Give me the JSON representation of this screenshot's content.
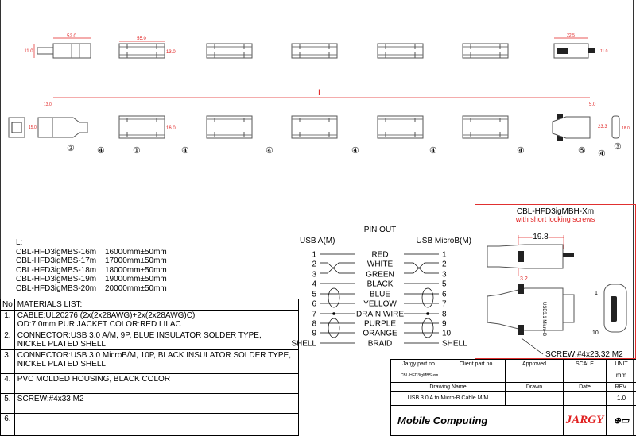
{
  "dimensions": {
    "top_usb_a_length": "52.0",
    "top_usb_a_height": "11.0",
    "ferrite_length": "55.0",
    "ferrite_height": "13.0",
    "top_microb_length": "22.5",
    "top_microb_height": "11.0",
    "overall_length": "L",
    "usb_a_offset": "13.0",
    "usb_a_width": "15.0",
    "ferrite_dia": "16.0",
    "microb_offset": "5.0",
    "microb_height": "23.3",
    "microb_front": "18.0"
  },
  "callouts": {
    "c1": "②",
    "c2": "④",
    "c3": "①",
    "c4": "④",
    "c5": "④",
    "c6": "④",
    "c7": "④",
    "c8": "④",
    "c9": "⑤",
    "c10": "④",
    "c11": "③"
  },
  "lengths": {
    "label": "L:",
    "items": [
      {
        "part": "CBL-HFD3igMBS-16m",
        "length": "16000mm±50mm"
      },
      {
        "part": "CBL-HFD3igMBS-17m",
        "length": "17000mm±50mm"
      },
      {
        "part": "CBL-HFD3igMBS-18m",
        "length": "18000mm±50mm"
      },
      {
        "part": "CBL-HFD3igMBS-19m",
        "length": "19000mm±50mm"
      },
      {
        "part": "CBL-HFD3igMBS-20m",
        "length": "20000mm±50mm"
      }
    ]
  },
  "materials": {
    "no_header": "No",
    "header": "MATERIALS LIST:",
    "rows": [
      {
        "no": "1.",
        "l1": "CABLE:UL20276 (2x(2x28AWG)+2x(2x28AWG)C)",
        "l2": "OD:7.0mm  PUR JACKET COLOR:RED LILAC"
      },
      {
        "no": "2.",
        "l1": "CONNECTOR:USB 3.0 A/M, 9P, BLUE INSULATOR SOLDER TYPE,",
        "l2": "NICKEL PLATED SHELL"
      },
      {
        "no": "3.",
        "l1": "CONNECTOR:USB 3.0 MicroB/M, 10P, BLACK INSULATOR SOLDER TYPE,",
        "l2": "NICKEL PLATED SHELL"
      },
      {
        "no": "4.",
        "l1": "PVC MOLDED HOUSING, BLACK COLOR",
        "l2": ""
      },
      {
        "no": "5.",
        "l1": "SCREW:#4x33 M2",
        "l2": ""
      },
      {
        "no": "6.",
        "l1": "",
        "l2": ""
      }
    ]
  },
  "pinout": {
    "title": "PIN OUT",
    "left_header": "USB A(M)",
    "right_header": "USB MicroB(M)",
    "rows": [
      {
        "l": "1",
        "c": "RED",
        "r": "1"
      },
      {
        "l": "2",
        "c": "WHITE",
        "r": "2"
      },
      {
        "l": "3",
        "c": "GREEN",
        "r": "3"
      },
      {
        "l": "4",
        "c": "BLACK",
        "r": "5"
      },
      {
        "l": "5",
        "c": "BLUE",
        "r": "6"
      },
      {
        "l": "6",
        "c": "YELLOW",
        "r": "7"
      },
      {
        "l": "7",
        "c": "DRAIN WIRE",
        "r": "8"
      },
      {
        "l": "8",
        "c": "PURPLE",
        "r": "9"
      },
      {
        "l": "9",
        "c": "ORANGE",
        "r": "10"
      },
      {
        "l": "SHELL",
        "c": "BRAID",
        "r": "SHELL"
      }
    ]
  },
  "variant": {
    "title": "CBL-HFD3igMBH-Xm",
    "subtitle": "with short locking screws",
    "dim_length": "19.8",
    "dim_height": "3.2",
    "pin1": "1",
    "pin10": "10",
    "screw": "SCREW:#4x23.32 M2",
    "label_text": "USB3.1 Micro-B"
  },
  "title_block": {
    "jargy_part_label": "Jargy part no.",
    "client_part_label": "Client part no.",
    "approved_label": "Approved",
    "scale_label": "SCALE",
    "unit_label": "UNIT",
    "jargy_part": "CBL-HFD3igMBS-xm",
    "unit": "mm",
    "drawing_name_label": "Drawing Name",
    "drawn_label": "Drawn",
    "date_label": "Date",
    "rev_label": "REV.",
    "drawing_name": "USB 3.0 A to Micro-B Cable M/M",
    "rev": "1.0",
    "logo1": "Mobile Computing",
    "logo2": "JARGY"
  },
  "colors": {
    "dimension": "#e02020",
    "line": "#555555"
  }
}
